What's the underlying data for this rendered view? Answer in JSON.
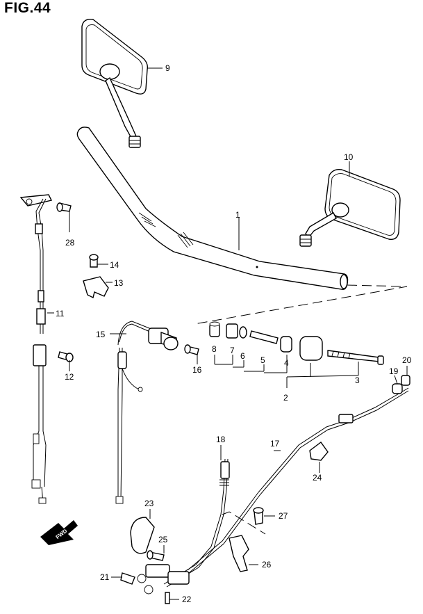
{
  "figure": {
    "title": "FIG.44"
  },
  "callouts": [
    {
      "id": "part-1",
      "label": "1"
    },
    {
      "id": "part-2",
      "label": "2"
    },
    {
      "id": "part-3",
      "label": "3"
    },
    {
      "id": "part-4",
      "label": "4"
    },
    {
      "id": "part-5",
      "label": "5"
    },
    {
      "id": "part-6",
      "label": "6"
    },
    {
      "id": "part-7",
      "label": "7"
    },
    {
      "id": "part-8",
      "label": "8"
    },
    {
      "id": "part-9",
      "label": "9"
    },
    {
      "id": "part-10",
      "label": "10"
    },
    {
      "id": "part-11",
      "label": "11"
    },
    {
      "id": "part-12",
      "label": "12"
    },
    {
      "id": "part-13",
      "label": "13"
    },
    {
      "id": "part-14",
      "label": "14"
    },
    {
      "id": "part-15",
      "label": "15"
    },
    {
      "id": "part-16",
      "label": "16"
    },
    {
      "id": "part-17",
      "label": "17"
    },
    {
      "id": "part-18",
      "label": "18"
    },
    {
      "id": "part-19",
      "label": "19"
    },
    {
      "id": "part-20",
      "label": "20"
    },
    {
      "id": "part-21",
      "label": "21"
    },
    {
      "id": "part-22",
      "label": "22"
    },
    {
      "id": "part-23",
      "label": "23"
    },
    {
      "id": "part-24",
      "label": "24"
    },
    {
      "id": "part-25",
      "label": "25"
    },
    {
      "id": "part-26",
      "label": "26"
    },
    {
      "id": "part-27",
      "label": "27"
    },
    {
      "id": "part-28",
      "label": "28"
    }
  ],
  "direction_arrow": {
    "label": "FWD"
  }
}
